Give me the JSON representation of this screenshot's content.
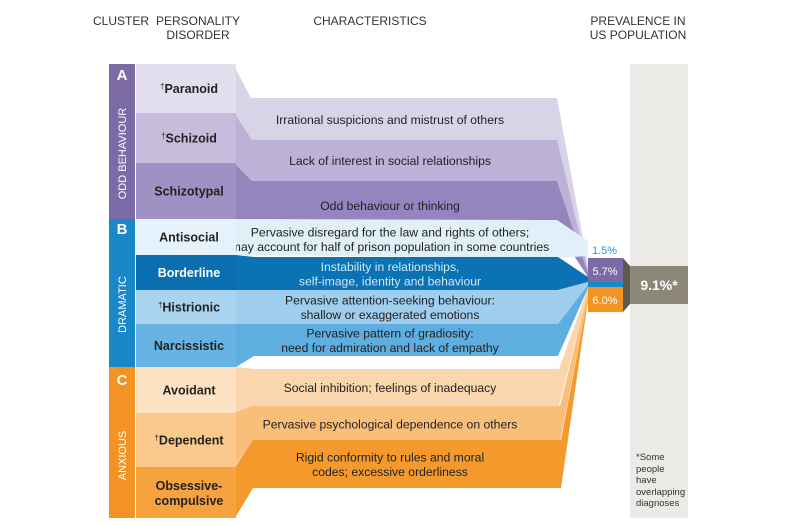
{
  "headers": {
    "cluster": "CLUSTER",
    "disorder_line1": "PERSONALITY",
    "disorder_line2": "DISORDER",
    "characteristics": "CHARACTERISTICS",
    "prevalence_line1": "PREVALENCE IN",
    "prevalence_line2": "US POPULATION"
  },
  "clusters": [
    {
      "letter": "A",
      "name": "ODD BEHAVIOUR",
      "prevalence": "5.7%",
      "color": "#7b6aa6"
    },
    {
      "letter": "B",
      "name": "DRAMATIC",
      "prevalence": "1.5%",
      "color": "#1a88c8"
    },
    {
      "letter": "C",
      "name": "ANXIOUS",
      "prevalence": "6.0%",
      "color": "#f39323"
    }
  ],
  "disorders": [
    {
      "name": "Paranoid",
      "mark": "†",
      "lines": [
        "Irrational suspicions and mistrust of others"
      ],
      "box_color": "#e3deee",
      "band_color": "#d9d3e8",
      "name_color": "#222222",
      "text_color": "#222222"
    },
    {
      "name": "Schizoid",
      "mark": "†",
      "lines": [
        "Lack of interest in social relationships"
      ],
      "box_color": "#c6bcdc",
      "band_color": "#bcb1d6",
      "name_color": "#222222",
      "text_color": "#222222"
    },
    {
      "name": "Schizotypal",
      "mark": "",
      "lines": [
        "Odd behaviour or thinking"
      ],
      "box_color": "#9e91c4",
      "band_color": "#9385be",
      "name_color": "#222222",
      "text_color": "#222222"
    },
    {
      "name": "Antisocial",
      "mark": "",
      "lines": [
        "Pervasive disregard for the law and rights of others;",
        "may account for half of prison population in some countries"
      ],
      "box_color": "#e6f2fb",
      "band_color": "#e1eff9",
      "name_color": "#222222",
      "text_color": "#222222"
    },
    {
      "name": "Borderline",
      "mark": "",
      "lines": [
        "Instability in relationships,",
        "self-image, identity and behaviour"
      ],
      "box_color": "#0a6fb0",
      "band_color": "#0b73b4",
      "name_color": "#ffffff",
      "text_color": "#cfe8f8"
    },
    {
      "name": "Histrionic",
      "mark": "†",
      "lines": [
        "Pervasive attention-seeking behaviour:",
        "shallow or exaggerated emotions"
      ],
      "box_color": "#a9d3ef",
      "band_color": "#9fcdee",
      "name_color": "#222222",
      "text_color": "#222222"
    },
    {
      "name": "Narcissistic",
      "mark": "",
      "lines": [
        "Pervasive pattern of gradiosity:",
        "need for admiration and lack of empathy"
      ],
      "box_color": "#67b3e2",
      "band_color": "#5eaee0",
      "name_color": "#222222",
      "text_color": "#222222"
    },
    {
      "name": "Avoidant",
      "mark": "",
      "lines": [
        "Social inhibition; feelings of inadequacy"
      ],
      "box_color": "#fde3c3",
      "band_color": "#fbd6ac",
      "name_color": "#222222",
      "text_color": "#222222"
    },
    {
      "name": "Dependent",
      "mark": "†",
      "lines": [
        "Pervasive psychological dependence on others"
      ],
      "box_color": "#fbc98b",
      "band_color": "#f9bf7a",
      "name_color": "#222222",
      "text_color": "#222222"
    },
    {
      "name": "Obsessive-compulsive",
      "mark": "",
      "lines": [
        "Rigid conformity to rules and moral",
        "codes; excessive orderliness"
      ],
      "box_color": "#f6a23f",
      "band_color": "#f49a2d",
      "name_color": "#222222",
      "text_color": "#222222"
    }
  ],
  "total": {
    "value": "9.1%*",
    "color": "#8c8779",
    "column_color": "#ebeae6"
  },
  "footnote": "*Some people have overlapping diagnoses"
}
